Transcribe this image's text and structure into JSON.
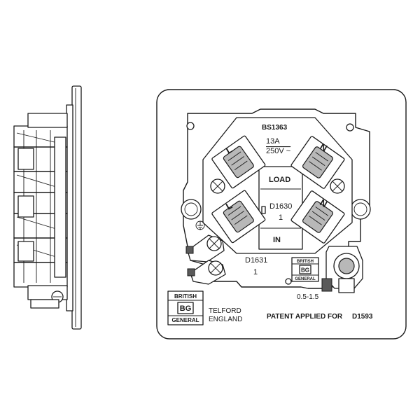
{
  "front": {
    "standard": "BS1363",
    "rating_current": "13A",
    "rating_voltage": "250V ~",
    "load": "LOAD",
    "in": "IN",
    "code_top": "D1630",
    "code_top_sub": "1",
    "code_bottom": "D1631",
    "code_bottom_sub": "1",
    "terminal_live": "L",
    "terminal_neutral": "N",
    "cable_range": "0.5-1.5",
    "patent": "PATENT APPLIED FOR",
    "part_number": "D1593",
    "maker_location_1": "TELFORD",
    "maker_location_2": "ENGLAND"
  },
  "logo": {
    "line1": "BRITISH",
    "mark": "BG",
    "line2": "GENERAL"
  }
}
